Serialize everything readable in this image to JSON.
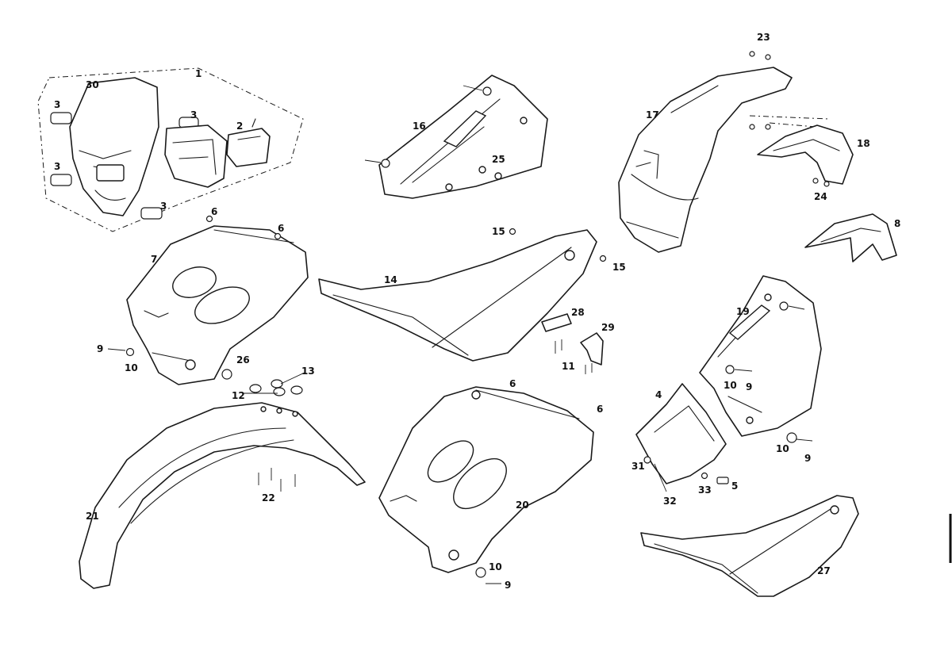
{
  "callouts": [
    "1",
    "2",
    "3",
    "3",
    "3",
    "3",
    "4",
    "5",
    "6",
    "6",
    "6",
    "6",
    "7",
    "8",
    "9",
    "9",
    "9",
    "9",
    "10",
    "10",
    "10",
    "10",
    "11",
    "12",
    "13",
    "14",
    "15",
    "15",
    "16",
    "17",
    "18",
    "19",
    "20",
    "21",
    "22",
    "23",
    "24",
    "25",
    "26",
    "27",
    "28",
    "29",
    "30",
    "31",
    "32",
    "33"
  ]
}
